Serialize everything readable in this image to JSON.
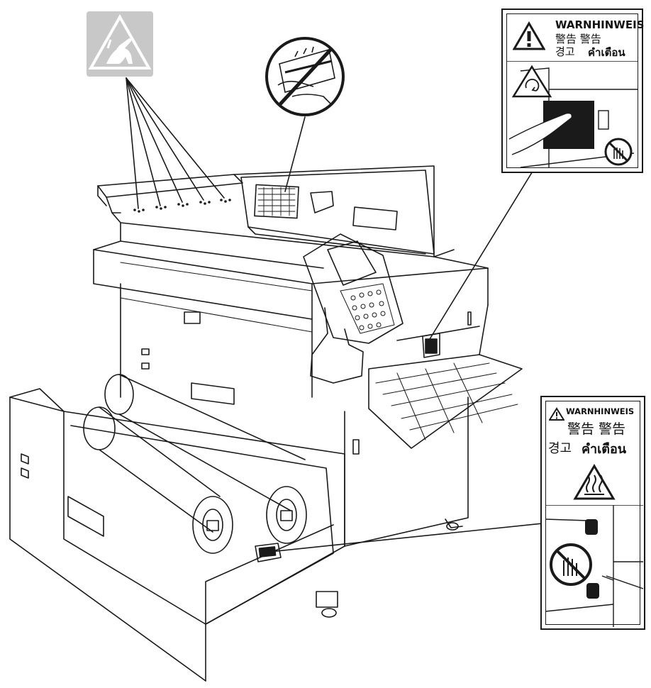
{
  "labels": {
    "top_right": {
      "title": "WARNHINWEIS",
      "line1": "警告  警告",
      "line2_left": "경고",
      "line2_right": "คำเตือน"
    },
    "bottom_right": {
      "title": "WARNHINWEIS",
      "line1": "警告 警告",
      "line2_left": "경고",
      "line2_right": "คำเตือน"
    }
  },
  "icons": {
    "esd": "esd-warning-icon",
    "no_touch": "no-hand-touch-icon",
    "hot": "hot-surface-icon",
    "rotation": "rotating-parts-icon",
    "caution": "caution-triangle-icon"
  },
  "colors": {
    "line": "#1a1a1a",
    "esd_bg": "#c8c8c8",
    "paper": "#ffffff"
  }
}
